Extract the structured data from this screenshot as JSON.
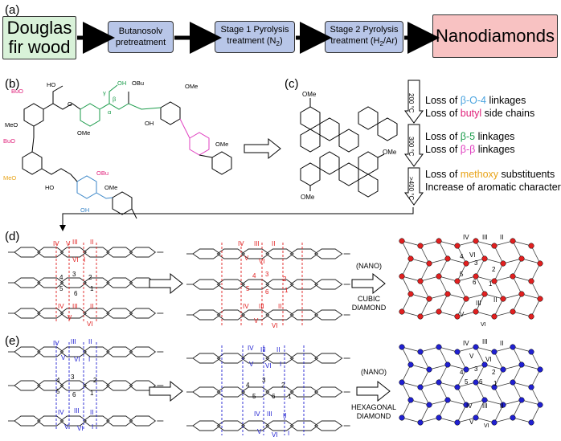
{
  "panels": {
    "a": "(a)",
    "b": "(b)",
    "c": "(c)",
    "d": "(d)",
    "e": "(e)"
  },
  "flow": {
    "wood_line1": "Douglas",
    "wood_line2": "fir wood",
    "butanosolv_line1": "Butanosolv",
    "butanosolv_line2": "pretreatment",
    "stage1_line1": "Stage 1 Pyrolysis",
    "stage1_line2": "treatment (N",
    "stage1_sub": "2",
    "stage2_line1": "Stage 2 Pyrolysis",
    "stage2_line2": "treatment (H",
    "stage2_sub": "2",
    "stage2_tail": "/Ar)",
    "nanodiamonds": "Nanodiamonds"
  },
  "lignin": {
    "bu_o_1": "BuO",
    "oh_1": "HO",
    "meo_1": "MeO",
    "bu_o_2": "BuO",
    "meo_2": "MeO",
    "ho_2": "HO",
    "o_1": "O",
    "gamma_oh": "OH",
    "gamma": "γ",
    "beta": "β",
    "alpha": "α",
    "obu_1": "OBu",
    "ome_1": "OMe",
    "ome_2": "OMe",
    "oh_3": "OH",
    "ome_3": "OMe",
    "obu_2": "OBu",
    "ome_4": "OMe",
    "oh_4": "OH"
  },
  "pah": {
    "ome_top": "OMe",
    "ome_right": "OMe",
    "ome_bottom": "OMe"
  },
  "losses": {
    "temp1": "200 °C",
    "temp2": "300 °C",
    "temp3": ">400 °C",
    "line1_a": "Loss of ",
    "line1_b": "β-O-4",
    "line1_c": " linkages",
    "line2_a": "Loss of ",
    "line2_b": "butyl",
    "line2_c": " side chains",
    "line3_a": "Loss of ",
    "line3_b": "β-5",
    "line3_c": " linkages",
    "line4_a": "Loss of ",
    "line4_b": "β-β",
    "line4_c": " linkages",
    "line5_a": "Loss of ",
    "line5_b": "methoxy",
    "line5_c": " substituents",
    "line6": "Increase of aromatic character",
    "color_b_o_4": "#4aa3df",
    "color_butyl": "#e0207a",
    "color_b5": "#1a9b4a",
    "color_bb": "#e040c0",
    "color_methoxy": "#e8a317"
  },
  "cubic": {
    "nano": "(NANO)",
    "label1": "CUBIC",
    "label2": "DIAMOND",
    "color": "#e02020"
  },
  "hexagonal": {
    "nano": "(NANO)",
    "label1": "HEXAGONAL",
    "label2": "DIAMOND",
    "color": "#2020d0"
  },
  "ring_numbers": [
    "1",
    "2",
    "3",
    "4",
    "5",
    "6"
  ],
  "roman": [
    "I",
    "II",
    "III",
    "IV",
    "V",
    "VI"
  ]
}
